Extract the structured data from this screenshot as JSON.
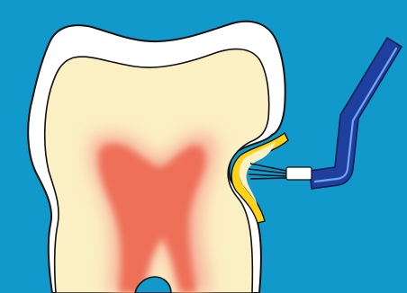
{
  "illustration": {
    "colors": {
      "background": "#1199cc",
      "enamel": "#ffffff",
      "dentin": "#fbefc4",
      "pulp": "#ee7058",
      "pulp_glow": "#f6b49c",
      "filling": "#ffd21a",
      "instrument": "#1f3f9e",
      "instrument_highlight": "#6fa7f0",
      "outline": "#111111"
    },
    "parts": [
      "tooth",
      "enamel",
      "dentin",
      "pulp",
      "cavity-filling",
      "dental-instrument",
      "brush-tip"
    ]
  }
}
